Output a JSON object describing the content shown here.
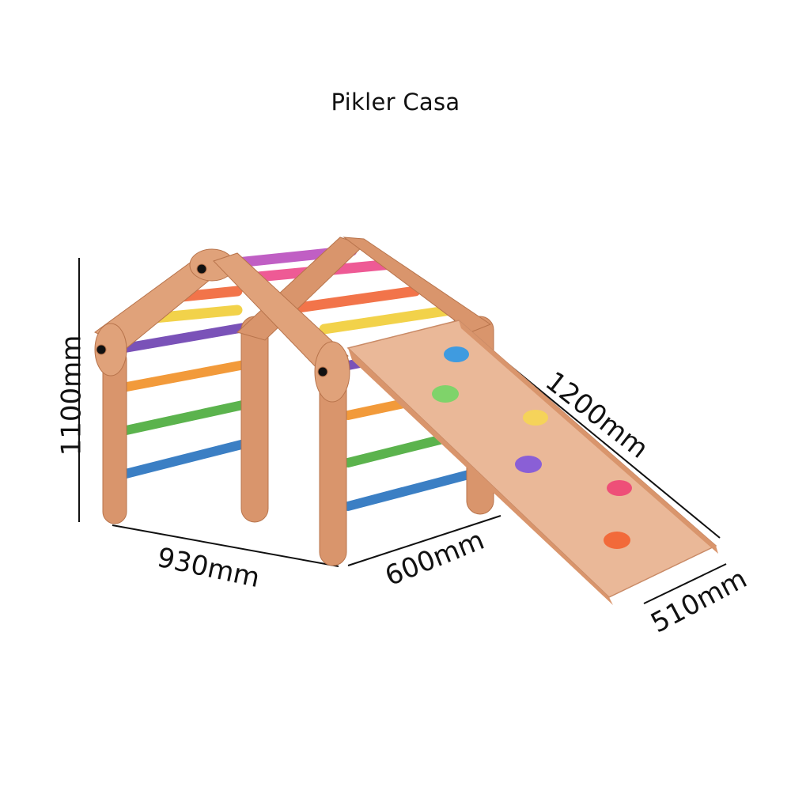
{
  "title": "Pikler Casa",
  "dimensions": {
    "height": "1100mm",
    "width": "930mm",
    "depth": "600mm",
    "ramp_length": "1200mm",
    "ramp_width": "510mm"
  },
  "colors": {
    "wood": "#d9956c",
    "wood_light": "#e6b08e",
    "ramp": "#eab898",
    "rung_purple": "#7a52b8",
    "rung_orange": "#f29a3a",
    "rung_green": "#5bb34d",
    "rung_blue": "#3b7fc4",
    "rung_yellow": "#f2d24a",
    "rung_pink": "#ee5a95",
    "rung_violet": "#c05fc4",
    "rung_red": "#f2744a"
  },
  "holds": [
    {
      "color": "#3f9be0"
    },
    {
      "color": "#7fd36a"
    },
    {
      "color": "#f5d35a"
    },
    {
      "color": "#8a5fd6"
    },
    {
      "color": "#ee4f78"
    },
    {
      "color": "#f26a3a"
    }
  ]
}
